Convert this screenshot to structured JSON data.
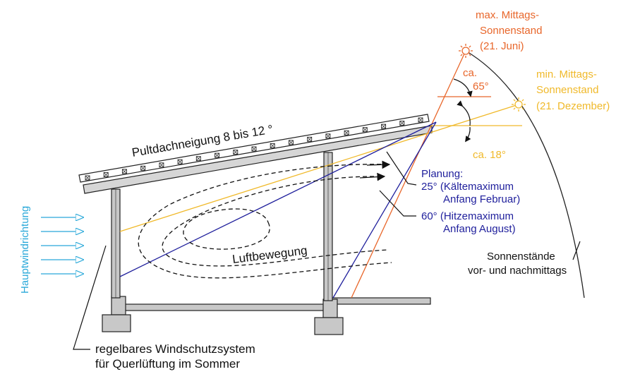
{
  "colors": {
    "summer": "#e8662a",
    "winter": "#f0b92a",
    "planning": "#1f1f9c",
    "wind": "#29a8d9",
    "structure": "#222222",
    "fill": "#c8c8c8"
  },
  "labels": {
    "summer_sun_line1": "max. Mittags-",
    "summer_sun_line2": "Sonnenstand",
    "summer_sun_line3": "(21. Juni)",
    "winter_sun_line1": "min. Mittags-",
    "winter_sun_line2": "Sonnenstand",
    "winter_sun_line3": "(21. Dezember)",
    "summer_angle_prefix": "ca.",
    "summer_angle": "65°",
    "winter_angle": "ca. 18°",
    "roof_pitch": "Pultdachneigung 8 bis 12 °",
    "planning_title": "Planung:",
    "planning_25_line1": "25° (Kältemaximum",
    "planning_25_line2": "Anfang Februar)",
    "planning_60_line1": "60° (Hitzemaximum",
    "planning_60_line2": "Anfang August)",
    "air_movement": "Luftbewegung",
    "sun_positions_line1": "Sonnenstände",
    "sun_positions_line2": "vor- und nachmittags",
    "wind_direction": "Hauptwindrichtung",
    "windbreak_line1": "regelbares Windschutzsystem",
    "windbreak_line2": "für Querlüftung im Sommer"
  },
  "icons": {
    "summer_sun": "sun-icon",
    "winter_sun": "sun-icon"
  }
}
